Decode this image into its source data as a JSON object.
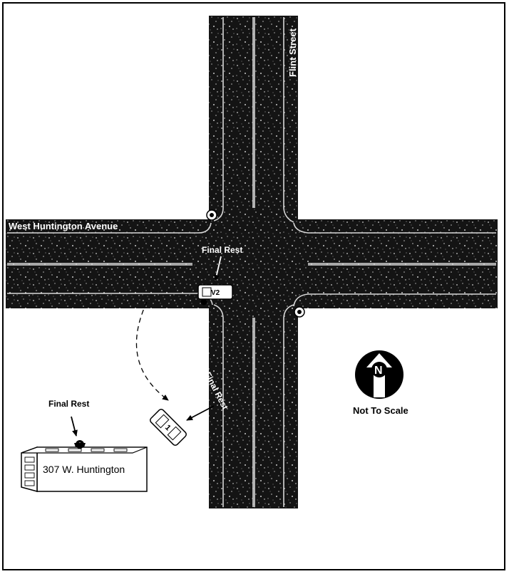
{
  "streets": {
    "avenue": "West Huntington Avenue",
    "street": "Flint Street"
  },
  "labels": {
    "final_rest_v2": "Final Rest",
    "final_rest_v1": "Final Rest",
    "final_rest_bike": "Final Rest",
    "building": "307 W. Huntington",
    "north_letter": "N",
    "scale_note": "Not To Scale"
  },
  "vehicles": {
    "v1_label": "1",
    "v2_label": "V2"
  },
  "colors": {
    "pavement": "#141414",
    "paper": "#ffffff",
    "ink": "#000000",
    "lane_line": "#d8d8d8"
  }
}
